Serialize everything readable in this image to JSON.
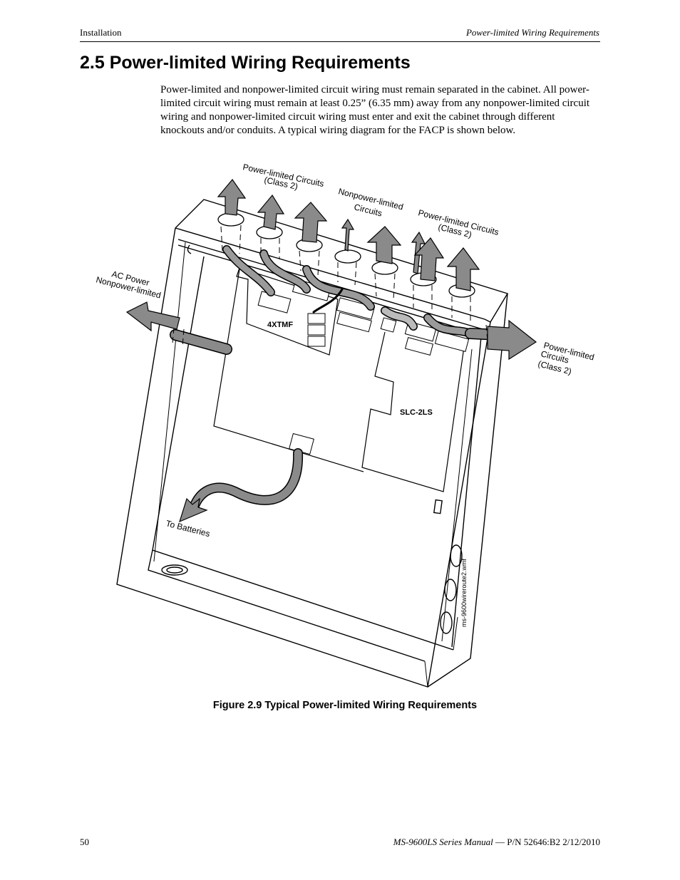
{
  "header": {
    "section": "Installation",
    "running_title": "Power-limited Wiring Requirements"
  },
  "section": {
    "title": "2.5  Power-limited Wiring Requirements",
    "paragraph": "Power-limited and nonpower-limited circuit wiring must remain separated in the cabinet.  All power-limited circuit wiring must remain at least 0.25” (6.35 mm) away from any nonpower-limited circuit wiring and nonpower-limited circuit wiring must enter and exit the cabinet through different knockouts and/or conduits.  A typical wiring diagram for the FACP is shown below."
  },
  "figure": {
    "labels": {
      "plc_top_1": "Power-limited Circuits",
      "plc_top_2": "(Class 2)",
      "npl_1": "Nonpower-limited",
      "npl_2": "Circuits",
      "plc_right_1": "Power-limited Circuits",
      "plc_right_2": "(Class 2)",
      "ac_1": "AC Power",
      "ac_2": "Nonpower-limited",
      "plc_side_1": "Power-limited",
      "plc_side_2": "Circuits",
      "plc_side_3": "(Class 2)",
      "board_4xtmf": "4XTMF",
      "board_slc": "SLC-2LS",
      "batteries": "To Batteries",
      "filename": "ms-9600wireroute2.wmf"
    },
    "caption": "Figure 2.9  Typical Power-limited Wiring Requirements"
  },
  "footer": {
    "page_number": "50",
    "manual": "MS-9600LS Series Manual",
    "part": " — P/N 52646:B2  2/12/2010"
  },
  "colors": {
    "arrow_fill": "#8a8a8a",
    "cable_fill": "#9a9a9a",
    "line": "#000000"
  }
}
